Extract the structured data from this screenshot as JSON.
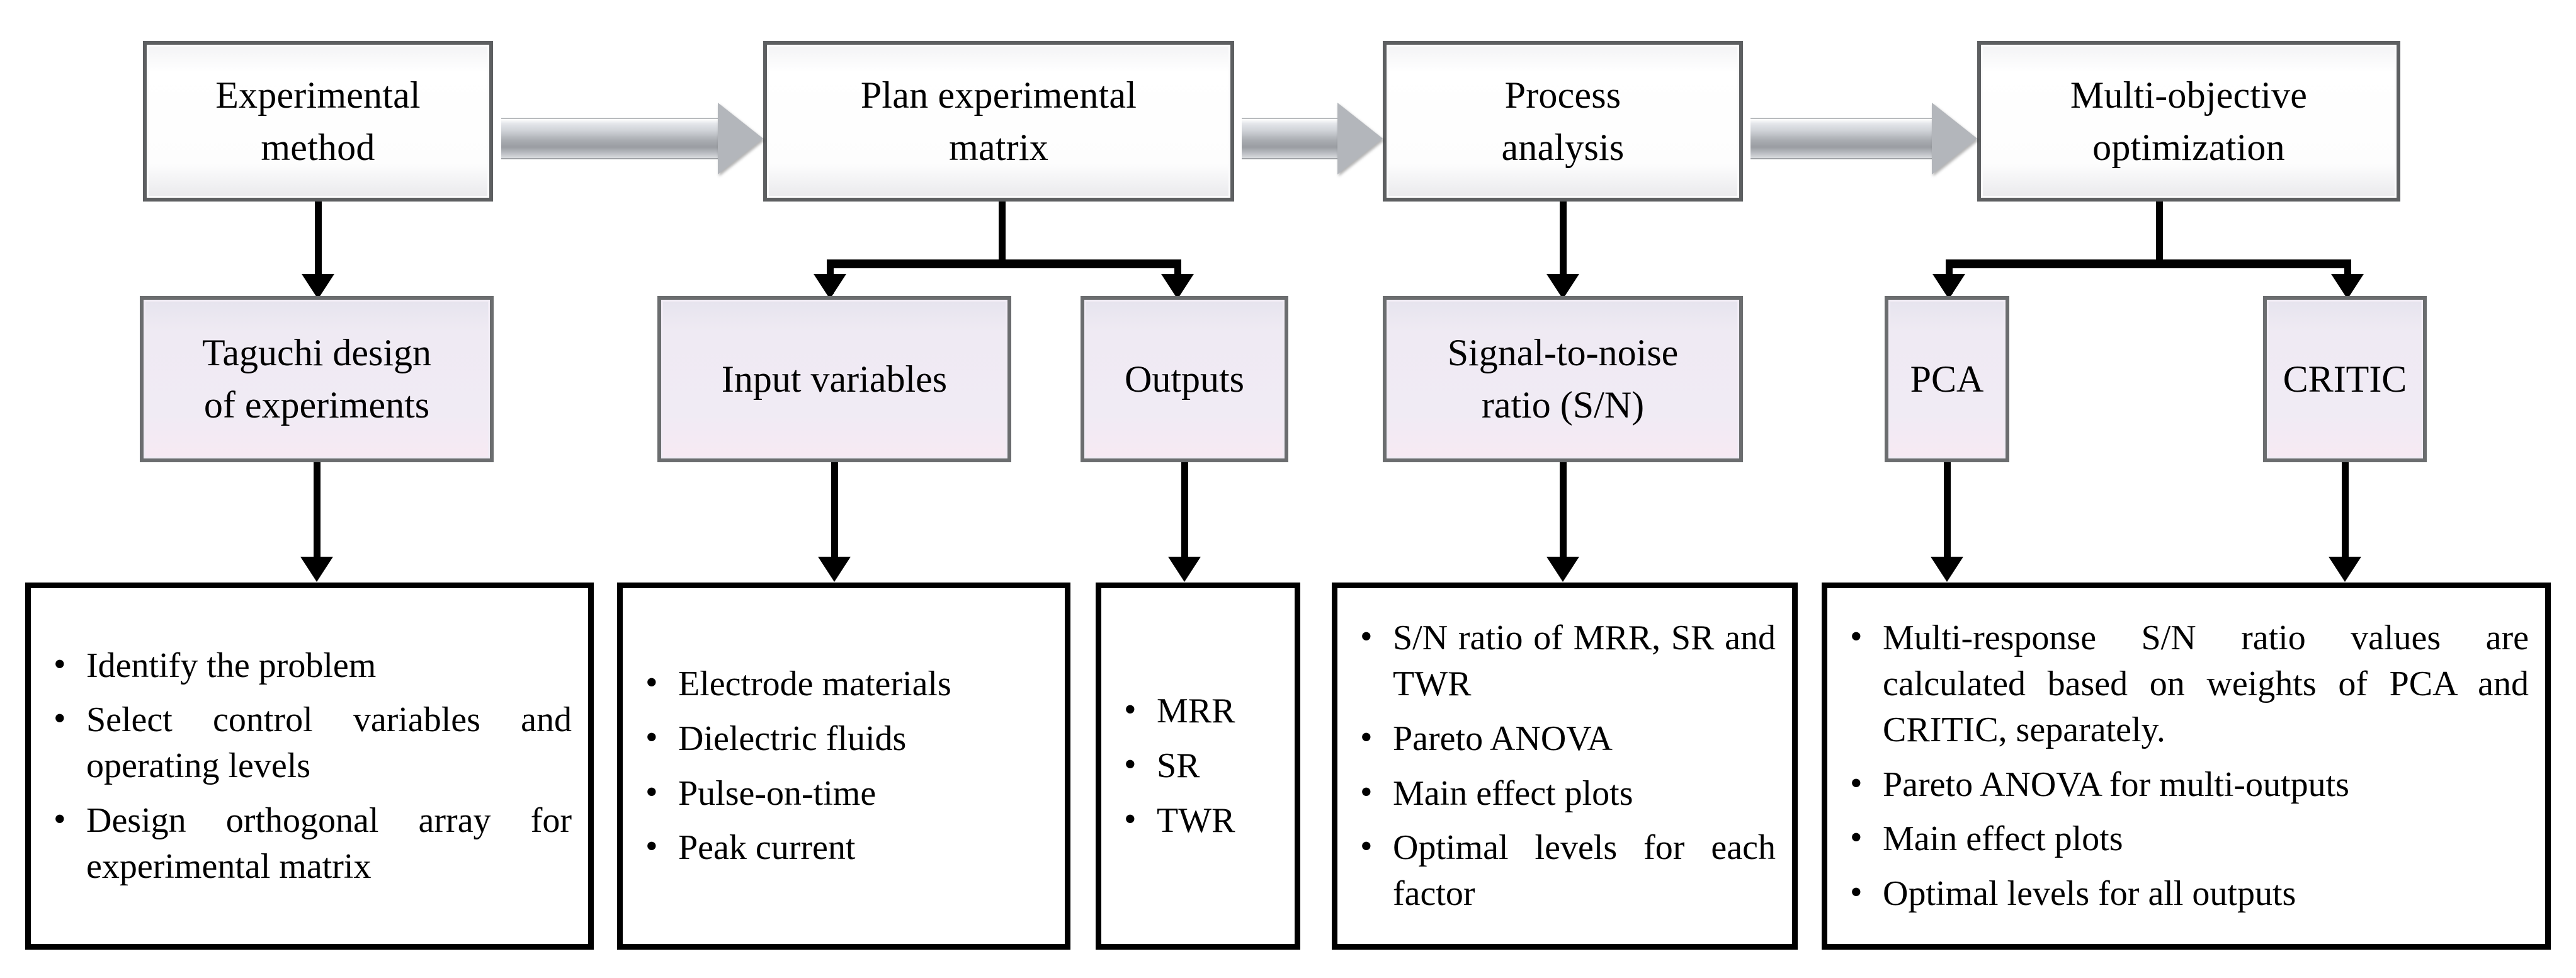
{
  "diagram": {
    "title": "Experimental and optimization methodology flowchart",
    "colors": {
      "stage_fill": "#fdfdfd",
      "stage_border": "#5d5f61",
      "sub_fill": "#f0ebf4",
      "sub_border": "#6b6d6f",
      "detail_border": "#000000",
      "connector": "#000000",
      "block_arrow": "#a9acb1"
    }
  },
  "stages": [
    {
      "id": "experimental-method",
      "label": "Experimental\nmethod"
    },
    {
      "id": "plan-experimental-matrix",
      "label": "Plan experimental\nmatrix"
    },
    {
      "id": "process-analysis",
      "label": "Process\nanalysis"
    },
    {
      "id": "multi-objective-optimization",
      "label": "Multi-objective\noptimization"
    }
  ],
  "subs": [
    {
      "id": "taguchi-design",
      "label": "Taguchi design\nof experiments"
    },
    {
      "id": "input-variables",
      "label": "Input variables"
    },
    {
      "id": "outputs",
      "label": "Outputs"
    },
    {
      "id": "signal-to-noise",
      "label": "Signal-to-noise\nratio (S/N)"
    },
    {
      "id": "pca",
      "label": "PCA"
    },
    {
      "id": "critic",
      "label": "CRITIC"
    }
  ],
  "details": [
    {
      "id": "taguchi-steps",
      "items": [
        "Identify the problem",
        "Select control variables and operating levels",
        "Design orthogonal array for experimental matrix"
      ]
    },
    {
      "id": "input-variable-list",
      "items": [
        "Electrode materials",
        "Dielectric fluids",
        "Pulse-on-time",
        "Peak current"
      ]
    },
    {
      "id": "output-list",
      "items": [
        "MRR",
        "SR",
        "TWR"
      ]
    },
    {
      "id": "process-analysis-list",
      "items": [
        "S/N ratio of MRR, SR and TWR",
        "Pareto ANOVA",
        "Main effect plots",
        "Optimal levels for each factor"
      ]
    },
    {
      "id": "multi-objective-list",
      "items": [
        "Multi-response S/N ratio values are calculated based on weights of PCA and CRITIC, separately.",
        "Pareto ANOVA for multi-outputs",
        "Main effect plots",
        "Optimal levels for all outputs"
      ]
    }
  ],
  "flow_arrows": [
    {
      "id": "arrow-method-to-plan",
      "from": "experimental-method",
      "to": "plan-experimental-matrix"
    },
    {
      "id": "arrow-plan-to-process",
      "from": "plan-experimental-matrix",
      "to": "process-analysis"
    },
    {
      "id": "arrow-process-to-multi",
      "from": "process-analysis",
      "to": "multi-objective-optimization"
    }
  ]
}
